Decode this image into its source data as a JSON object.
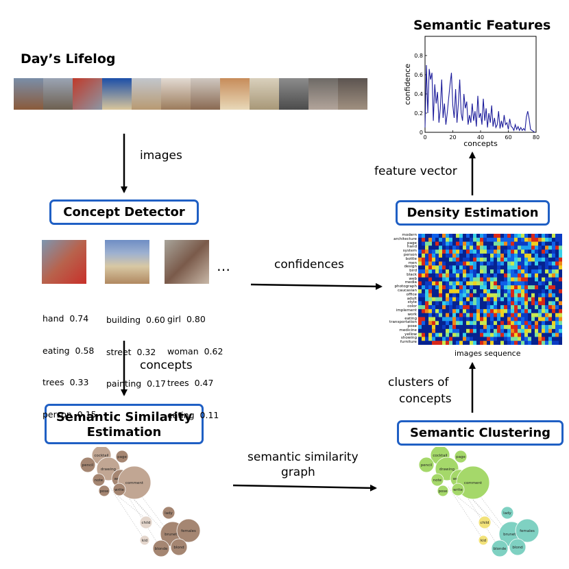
{
  "titles": {
    "lifelog": "Day’s Lifelog",
    "semantic_features": "Semantic Features"
  },
  "boxes": {
    "concept_detector": "Concept Detector",
    "density_estimation": "Density Estimation",
    "semantic_similarity_line1": "Semantic Similarity",
    "semantic_similarity_line2": "Estimation",
    "semantic_clustering": "Semantic Clustering"
  },
  "arrows": {
    "images": "images",
    "confidences": "confidences",
    "concepts": "concepts",
    "semantic_similarity_line1": "semantic similarity",
    "semantic_similarity_line2": "graph",
    "clusters_line1": "clusters of",
    "clusters_line2": "concepts",
    "feature_vector": "feature vector"
  },
  "ellipsis": "…",
  "detections": [
    [
      "hand  0.74",
      "eating  0.58",
      "trees  0.33",
      "person  0.15"
    ],
    [
      "building  0.60",
      "street  0.32",
      "painting  0.17"
    ],
    [
      "girl  0.80",
      "woman  0.62",
      "trees  0.47",
      "eating  0.11"
    ]
  ],
  "heatmap": {
    "xlabel": "images sequence",
    "row_labels": [
      "modern",
      "architecture",
      "page",
      "hand",
      "system",
      "person",
      "bottle",
      "men",
      "design",
      "bird",
      "black",
      "web",
      "media",
      "photograph",
      "caucasian",
      "office",
      "adult",
      "style",
      "color",
      "implement",
      "work",
      "eating",
      "transportation",
      "pose",
      "medicine",
      "yellow",
      "showing",
      "furniture"
    ]
  },
  "graph_nodes": {
    "cluster1": [
      "cocktail",
      "page",
      "pencil",
      "drawing",
      "writing",
      "note",
      "comment",
      "pose",
      "write"
    ],
    "cluster2": [
      "lady",
      "child",
      "brunette",
      "females",
      "kid",
      "blonde",
      "blond"
    ]
  },
  "chart_data": {
    "type": "line",
    "title": "",
    "xlabel": "concepts",
    "ylabel": "confidence",
    "xlim": [
      0,
      80
    ],
    "ylim": [
      0,
      1
    ],
    "xticks": [
      0,
      20,
      40,
      60,
      80
    ],
    "yticks": [
      0,
      0.2,
      0.4,
      0.6,
      0.8
    ],
    "series": [
      {
        "color": "#1b1b9a",
        "x": [
          0,
          1,
          2,
          3,
          4,
          5,
          6,
          7,
          8,
          9,
          10,
          11,
          12,
          13,
          14,
          15,
          16,
          17,
          18,
          19,
          20,
          21,
          22,
          23,
          24,
          25,
          26,
          27,
          28,
          29,
          30,
          31,
          32,
          33,
          34,
          35,
          36,
          37,
          38,
          39,
          40,
          41,
          42,
          43,
          44,
          45,
          46,
          47,
          48,
          49,
          50,
          51,
          52,
          53,
          54,
          55,
          56,
          57,
          58,
          59,
          60,
          61,
          62,
          63,
          64,
          65,
          66,
          67,
          68,
          69,
          70,
          71,
          72,
          73,
          74,
          75,
          76,
          77,
          78,
          79
        ],
        "y": [
          0.05,
          0.7,
          0.2,
          0.66,
          0.55,
          0.62,
          0.12,
          0.5,
          0.3,
          0.42,
          0.1,
          0.25,
          0.55,
          0.15,
          0.3,
          0.08,
          0.2,
          0.35,
          0.5,
          0.62,
          0.28,
          0.15,
          0.45,
          0.1,
          0.3,
          0.55,
          0.2,
          0.12,
          0.4,
          0.25,
          0.32,
          0.08,
          0.18,
          0.1,
          0.3,
          0.12,
          0.22,
          0.06,
          0.38,
          0.15,
          0.2,
          0.08,
          0.35,
          0.12,
          0.25,
          0.05,
          0.2,
          0.1,
          0.28,
          0.06,
          0.15,
          0.05,
          0.08,
          0.22,
          0.04,
          0.12,
          0.05,
          0.18,
          0.08,
          0.1,
          0.03,
          0.14,
          0.06,
          0.05,
          0.02,
          0.08,
          0.03,
          0.06,
          0.02,
          0.05,
          0.02,
          0.04,
          0.02,
          0.16,
          0.22,
          0.14,
          0.03,
          0.02,
          0.01,
          0.0
        ]
      }
    ]
  }
}
